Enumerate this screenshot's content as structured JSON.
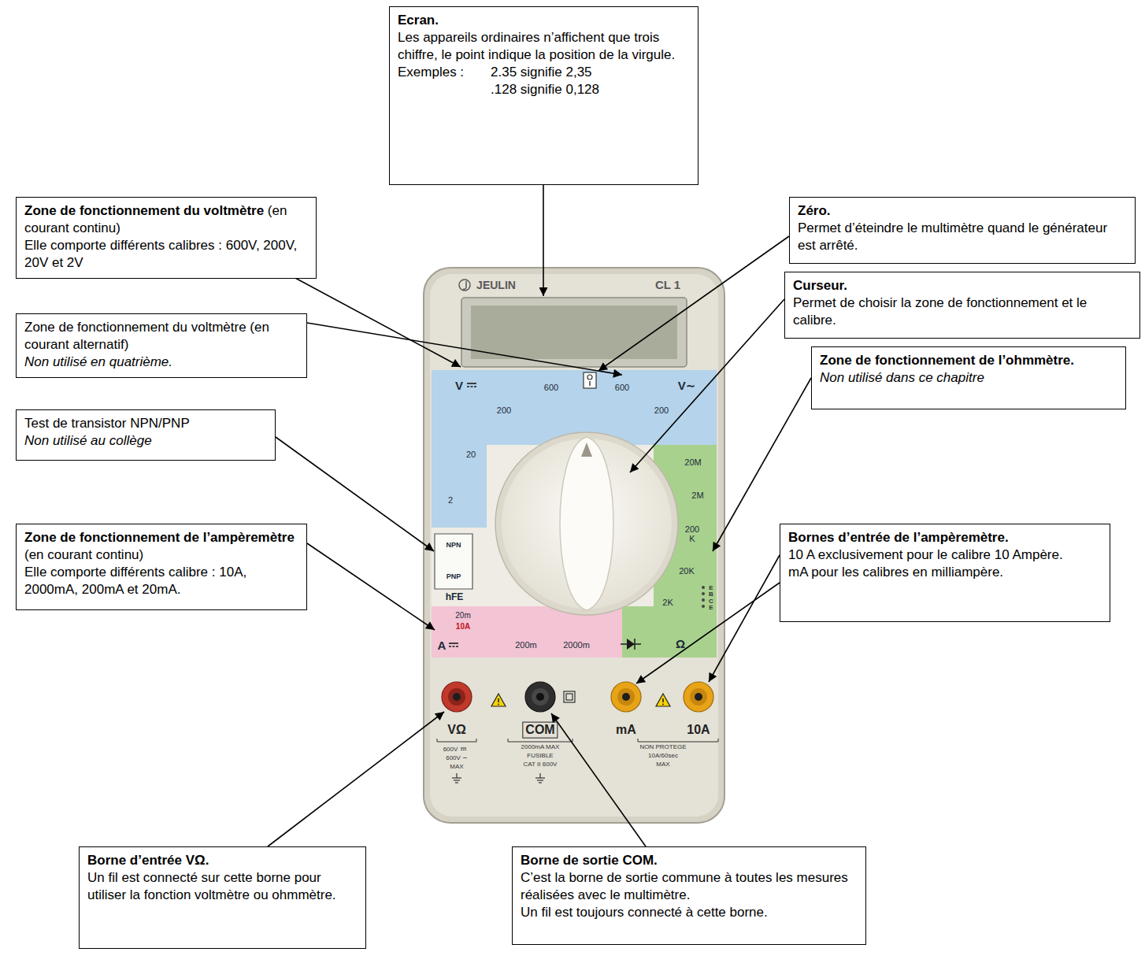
{
  "diagram": {
    "nodes": [
      {
        "text": [
          "Ecran.",
          "Les appareils ordinaires n’affichent que trois chiffre, le point indique la position de la virgule.",
          "Exemples :",
          "2.35 signifie 2,35",
          ".128 signifie 0,128"
        ]
      },
      {
        "text": [
          "Zone de fonctionnement du voltmètre",
          "(en courant continu)",
          "Elle comporte différents calibres : 600V, 200V, 20V et 2V"
        ]
      },
      {
        "text": [
          "Zéro.",
          "Permet d’éteindre le multimètre quand le générateur est arrêté."
        ]
      },
      {
        "text": [
          "Curseur.",
          "Permet de choisir la zone de fonctionnement et le calibre."
        ]
      },
      {
        "text": [
          "Zone de fonctionnement du voltmètre (en courant alternatif)",
          "Non utilisé en quatrième."
        ]
      },
      {
        "text": [
          "Zone de fonctionnement de l’ohmmètre.",
          "Non utilisé dans ce chapitre"
        ]
      },
      {
        "text": [
          "Test de transistor NPN/PNP",
          "Non utilisé au collège"
        ]
      },
      {
        "text": [
          "Zone de fonctionnement de l’ampèremètre",
          "(en courant continu)",
          "Elle comporte différents calibre : 10A, 2000mA, 200mA et 20mA."
        ]
      },
      {
        "text": [
          "Bornes d’entrée de l’ampèremètre.",
          "10 A exclusivement pour le calibre 10 Ampère.",
          "mA pour les calibres en milliampère."
        ]
      },
      {
        "text": [
          "Borne d’entrée VΩ.",
          "Un fil est connecté sur cette borne pour utiliser la fonction voltmètre ou ohmmètre."
        ]
      },
      {
        "text": [
          "Borne de sortie COM.",
          "C’est la borne de sortie commune à toutes les mesures réalisées avec le multimètre.",
          "Un fil est toujours connecté à cette borne."
        ]
      }
    ],
    "labels": [
      "JEULIN",
      "CL 1",
      "V",
      "600",
      "200",
      "20",
      "2",
      "600",
      "V∼",
      "200",
      "20M",
      "2M",
      "200 K",
      "20K",
      "2K",
      "E B C E",
      "Ω",
      "NPN",
      "PNP",
      "hFE",
      "20m",
      "10A",
      "A",
      "200m",
      "2000m",
      "VΩ",
      "COM",
      "mA",
      "10A",
      "600V",
      "600V ∼",
      "MAX",
      "2000mA MAX",
      "FUSIBLE",
      "CAT II 600V",
      "NON PROTEGE",
      "10A/60sec",
      "MAX"
    ]
  }
}
